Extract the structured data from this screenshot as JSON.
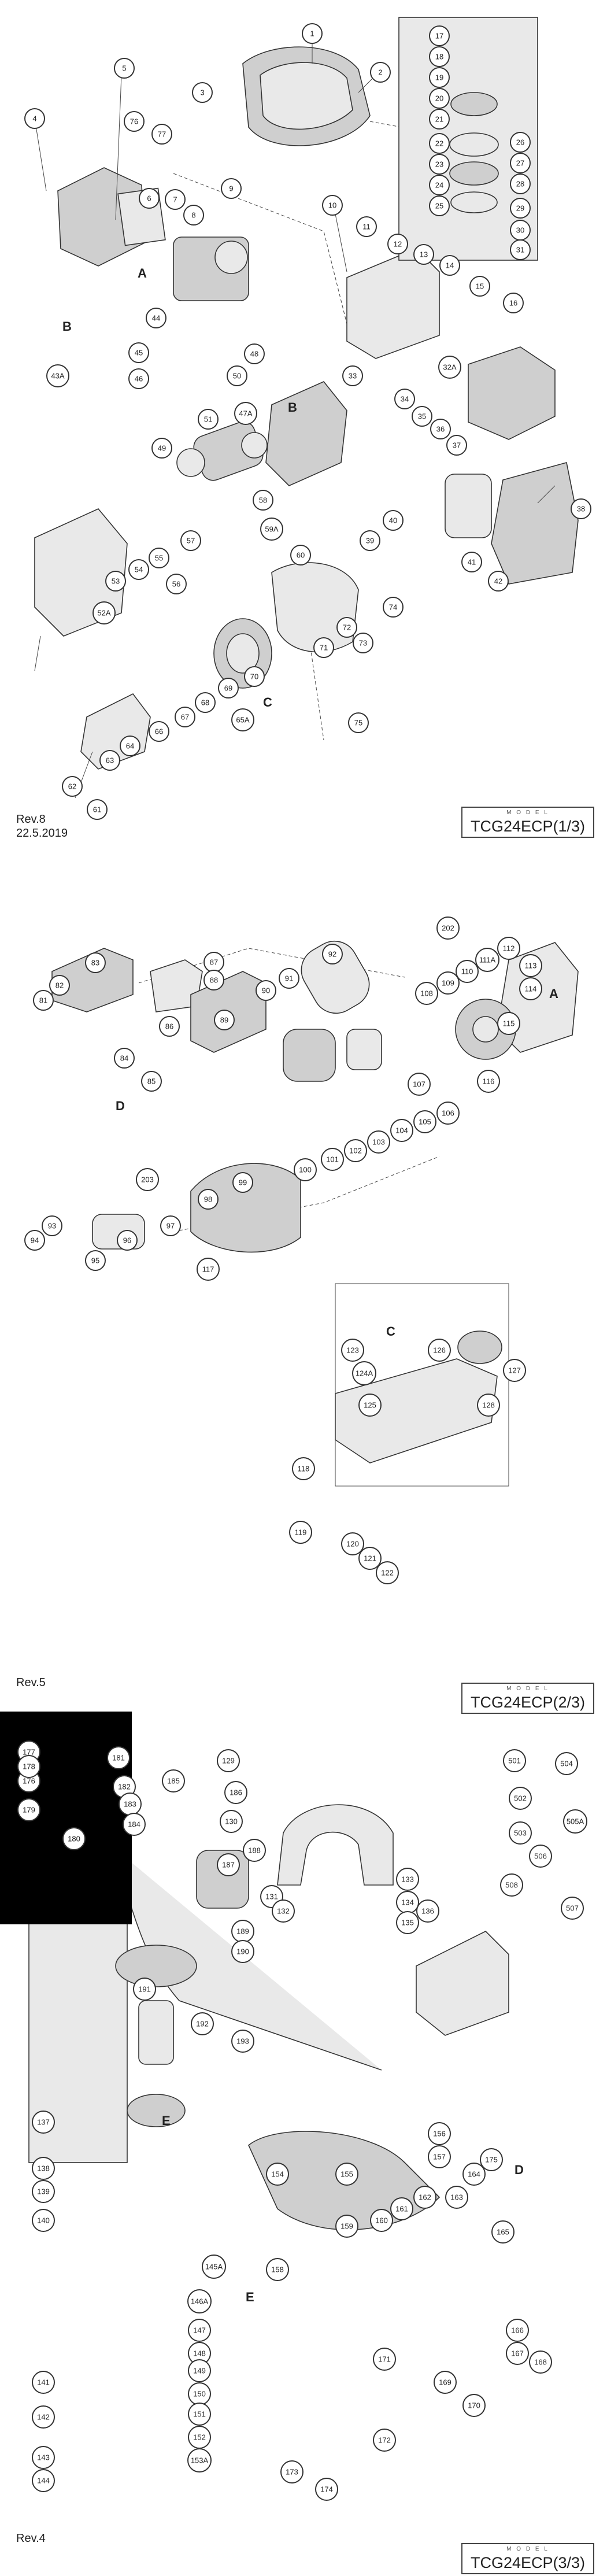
{
  "pages": [
    {
      "rev": "Rev.8",
      "date": "22.5.2019",
      "model_label": "M O D E L",
      "model": "TCG24ECP(1/3)",
      "letters": [
        "A",
        "B",
        "B",
        "C"
      ],
      "callouts": [
        "1",
        "2",
        "3",
        "4",
        "5",
        "76",
        "77",
        "6",
        "7",
        "8",
        "9",
        "10",
        "11",
        "12",
        "13",
        "14",
        "15",
        "16",
        "17",
        "18",
        "19",
        "20",
        "21",
        "22",
        "23",
        "24",
        "25",
        "26",
        "27",
        "28",
        "29",
        "30",
        "31",
        "32A",
        "33",
        "34",
        "35",
        "36",
        "37",
        "38",
        "39",
        "40",
        "41",
        "42",
        "43A",
        "44",
        "45",
        "46",
        "47A",
        "48",
        "49",
        "50",
        "51",
        "52A",
        "53",
        "54",
        "55",
        "56",
        "57",
        "58",
        "59A",
        "60",
        "61",
        "62",
        "63",
        "64",
        "65A",
        "66",
        "67",
        "68",
        "69",
        "70",
        "71",
        "72",
        "73",
        "74",
        "75"
      ]
    },
    {
      "rev": "Rev.5",
      "date": "",
      "model_label": "M O D E L",
      "model": "TCG24ECP(2/3)",
      "letters": [
        "A",
        "C",
        "D"
      ],
      "callouts": [
        "81",
        "82",
        "83",
        "84",
        "85",
        "86",
        "87",
        "88",
        "89",
        "90",
        "91",
        "92",
        "93",
        "94",
        "95",
        "96",
        "97",
        "98",
        "99",
        "100",
        "101",
        "102",
        "103",
        "104",
        "105",
        "106",
        "107",
        "108",
        "109",
        "110",
        "111A",
        "112",
        "113",
        "114",
        "115",
        "116",
        "117",
        "118",
        "119",
        "120",
        "121",
        "122",
        "123",
        "124A",
        "125",
        "126",
        "127",
        "128",
        "202",
        "203"
      ]
    },
    {
      "rev": "Rev.4",
      "date": "",
      "model_label": "M O D E L",
      "model": "TCG24ECP(3/3)",
      "letters": [
        "D",
        "E",
        "E"
      ],
      "callouts": [
        "129",
        "130",
        "131",
        "132",
        "133",
        "134",
        "135",
        "136",
        "137",
        "138",
        "139",
        "140",
        "141",
        "142",
        "143",
        "144",
        "145A",
        "146A",
        "147",
        "148",
        "149",
        "150",
        "151",
        "152",
        "153A",
        "154",
        "155",
        "156",
        "157",
        "158",
        "159",
        "160",
        "161",
        "162",
        "163",
        "164",
        "165",
        "166",
        "167",
        "168",
        "169",
        "170",
        "171",
        "172",
        "173",
        "174",
        "175",
        "176",
        "177",
        "178",
        "179",
        "180",
        "181",
        "182",
        "183",
        "184",
        "185",
        "186",
        "187",
        "188",
        "189",
        "190",
        "191",
        "192",
        "193",
        "501",
        "502",
        "503",
        "504",
        "505A",
        "506",
        "507",
        "508"
      ]
    }
  ]
}
